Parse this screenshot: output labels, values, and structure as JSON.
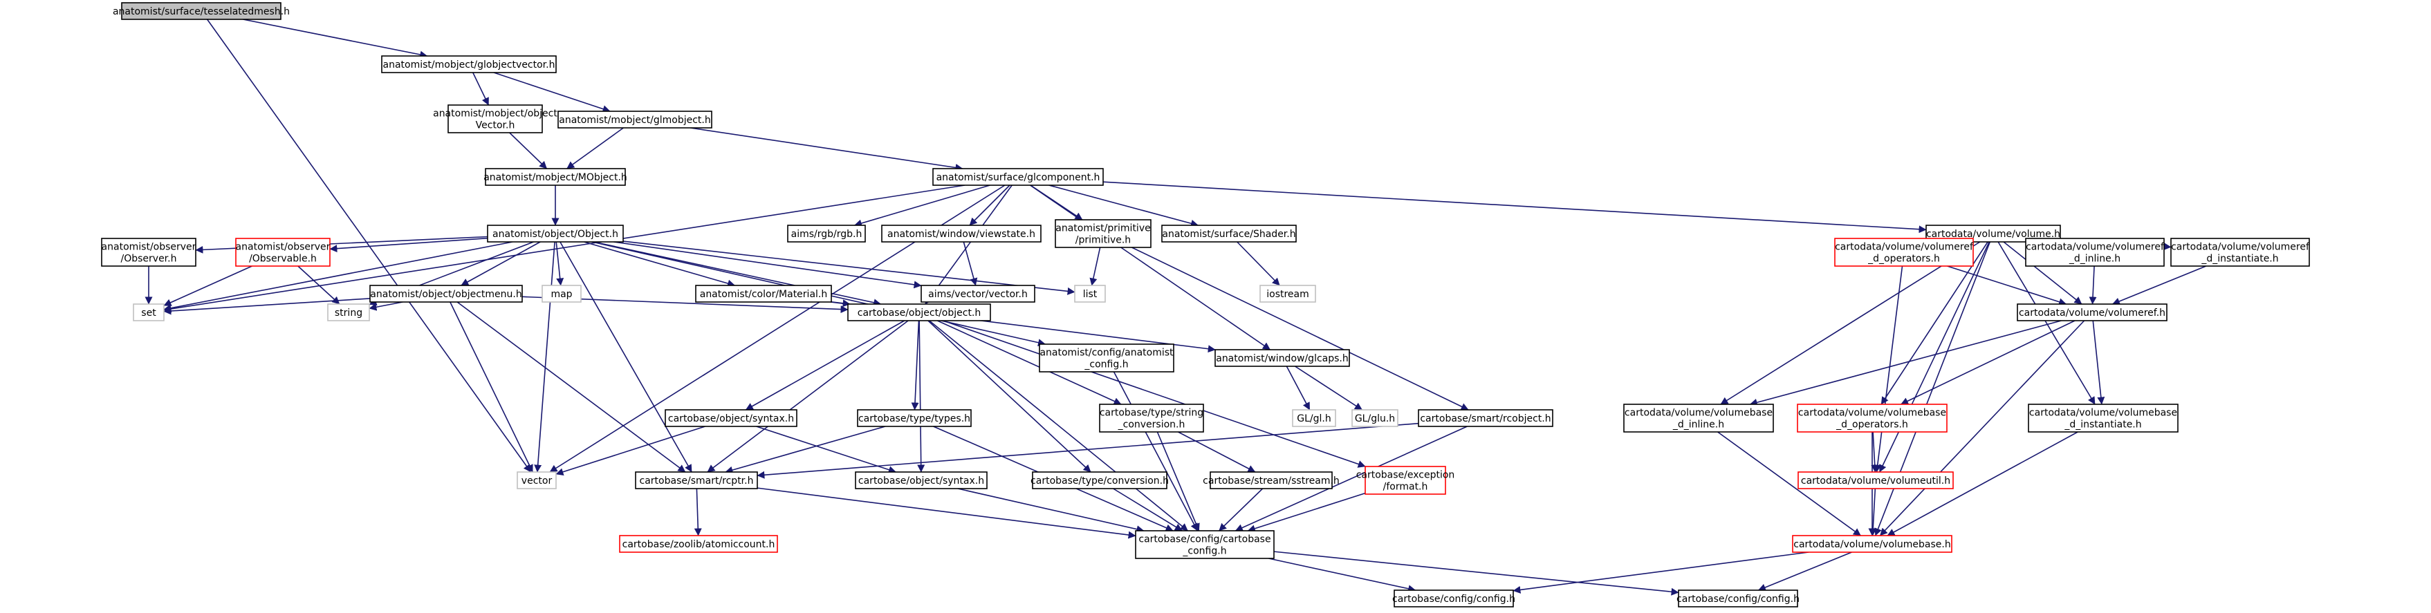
{
  "colors": {
    "edge": "#191970",
    "node_fill": "#ffffff",
    "node_border": "#000000",
    "root_fill": "#bfbfbf",
    "missing_border": "#ff0000",
    "system_border": "#bfbfbf"
  },
  "nodes": {
    "tesselatedmesh": {
      "lines": [
        "anatomist/surface/tesselatedmesh.h"
      ],
      "kind": "root"
    },
    "globjectvector": {
      "lines": [
        "anatomist/mobject/globjectvector.h"
      ],
      "kind": "normal"
    },
    "objectvector": {
      "lines": [
        "anatomist/mobject/object",
        "Vector.h"
      ],
      "kind": "normal"
    },
    "glmobject": {
      "lines": [
        "anatomist/mobject/glmobject.h"
      ],
      "kind": "normal"
    },
    "mobject": {
      "lines": [
        "anatomist/mobject/MObject.h"
      ],
      "kind": "normal"
    },
    "glcomponent": {
      "lines": [
        "anatomist/surface/glcomponent.h"
      ],
      "kind": "normal"
    },
    "aobject": {
      "lines": [
        "anatomist/object/Object.h"
      ],
      "kind": "normal"
    },
    "rgb": {
      "lines": [
        "aims/rgb/rgb.h"
      ],
      "kind": "normal"
    },
    "viewstate": {
      "lines": [
        "anatomist/window/viewstate.h"
      ],
      "kind": "normal"
    },
    "primitive": {
      "lines": [
        "anatomist/primitive",
        "/primitive.h"
      ],
      "kind": "normal"
    },
    "shader": {
      "lines": [
        "anatomist/surface/Shader.h"
      ],
      "kind": "normal"
    },
    "volume": {
      "lines": [
        "cartodata/volume/volume.h"
      ],
      "kind": "normal"
    },
    "aobserver": {
      "lines": [
        "anatomist/observer",
        "/Observer.h"
      ],
      "kind": "normal"
    },
    "aobservable": {
      "lines": [
        "anatomist/observer",
        "/Observable.h"
      ],
      "kind": "missing"
    },
    "objectmenu": {
      "lines": [
        "anatomist/object/objectmenu.h"
      ],
      "kind": "normal"
    },
    "map": {
      "lines": [
        "map"
      ],
      "kind": "system"
    },
    "material": {
      "lines": [
        "anatomist/color/Material.h"
      ],
      "kind": "normal"
    },
    "avector": {
      "lines": [
        "aims/vector/vector.h"
      ],
      "kind": "normal"
    },
    "list": {
      "lines": [
        "list"
      ],
      "kind": "system"
    },
    "iostream": {
      "lines": [
        "iostream"
      ],
      "kind": "system"
    },
    "volref_ops": {
      "lines": [
        "cartodata/volume/volumeref",
        "_d_operators.h"
      ],
      "kind": "missing"
    },
    "volref_inline": {
      "lines": [
        "cartodata/volume/volumeref",
        "_d_inline.h"
      ],
      "kind": "normal"
    },
    "volref_inst": {
      "lines": [
        "cartodata/volume/volumeref",
        "_d_instantiate.h"
      ],
      "kind": "normal"
    },
    "set": {
      "lines": [
        "set"
      ],
      "kind": "system"
    },
    "string": {
      "lines": [
        "string"
      ],
      "kind": "system"
    },
    "cobject": {
      "lines": [
        "cartobase/object/object.h"
      ],
      "kind": "normal"
    },
    "anaconfig": {
      "lines": [
        "anatomist/config/anatomist",
        "_config.h"
      ],
      "kind": "normal"
    },
    "glcaps": {
      "lines": [
        "anatomist/window/glcaps.h"
      ],
      "kind": "normal"
    },
    "volumeref": {
      "lines": [
        "cartodata/volume/volumeref.h"
      ],
      "kind": "normal"
    },
    "glgl": {
      "lines": [
        "GL/gl.h"
      ],
      "kind": "system"
    },
    "glglu": {
      "lines": [
        "GL/glu.h"
      ],
      "kind": "system"
    },
    "osyntax": {
      "lines": [
        "cartobase/object/syntax.h"
      ],
      "kind": "normal"
    },
    "types": {
      "lines": [
        "cartobase/type/types.h"
      ],
      "kind": "normal"
    },
    "strconv": {
      "lines": [
        "cartobase/type/string",
        "_conversion.h"
      ],
      "kind": "normal"
    },
    "rcobject": {
      "lines": [
        "cartobase/smart/rcobject.h"
      ],
      "kind": "normal"
    },
    "vb_inline": {
      "lines": [
        "cartodata/volume/volumebase",
        "_d_inline.h"
      ],
      "kind": "normal"
    },
    "vb_ops": {
      "lines": [
        "cartodata/volume/volumebase",
        "_d_operators.h"
      ],
      "kind": "missing"
    },
    "vb_inst": {
      "lines": [
        "cartodata/volume/volumebase",
        "_d_instantiate.h"
      ],
      "kind": "normal"
    },
    "vector": {
      "lines": [
        "vector"
      ],
      "kind": "system"
    },
    "rcptr": {
      "lines": [
        "cartobase/smart/rcptr.h"
      ],
      "kind": "normal"
    },
    "syntax2": {
      "lines": [
        "cartobase/object/syntax.h"
      ],
      "kind": "normal"
    },
    "conversion": {
      "lines": [
        "cartobase/type/conversion.h"
      ],
      "kind": "normal"
    },
    "sstream": {
      "lines": [
        "cartobase/stream/sstream.h"
      ],
      "kind": "normal"
    },
    "format": {
      "lines": [
        "cartobase/exception",
        "/format.h"
      ],
      "kind": "missing"
    },
    "volumeutil": {
      "lines": [
        "cartodata/volume/volumeutil.h"
      ],
      "kind": "missing"
    },
    "atomiccount": {
      "lines": [
        "cartobase/zoolib/atomiccount.h"
      ],
      "kind": "missing"
    },
    "cartoconfig": {
      "lines": [
        "cartobase/config/cartobase",
        "_config.h"
      ],
      "kind": "normal"
    },
    "volumebase": {
      "lines": [
        "cartodata/volume/volumebase.h"
      ],
      "kind": "missing"
    },
    "config1": {
      "lines": [
        "cartobase/config/config.h"
      ],
      "kind": "normal"
    },
    "config2": {
      "lines": [
        "cartobase/config/config.h"
      ],
      "kind": "normal"
    }
  },
  "edges": [
    [
      "tesselatedmesh",
      "globjectvector"
    ],
    [
      "tesselatedmesh",
      "vector"
    ],
    [
      "globjectvector",
      "objectvector"
    ],
    [
      "globjectvector",
      "glmobject"
    ],
    [
      "objectvector",
      "mobject"
    ],
    [
      "glmobject",
      "mobject"
    ],
    [
      "glmobject",
      "glcomponent"
    ],
    [
      "mobject",
      "aobject"
    ],
    [
      "glcomponent",
      "rgb"
    ],
    [
      "glcomponent",
      "viewstate"
    ],
    [
      "glcomponent",
      "primitive"
    ],
    [
      "glcomponent",
      "shader"
    ],
    [
      "glcomponent",
      "volume"
    ],
    [
      "glcomponent",
      "set"
    ],
    [
      "glcomponent",
      "vector"
    ],
    [
      "glcomponent",
      "cobject"
    ],
    [
      "glcomponent",
      "glcaps"
    ],
    [
      "aobject",
      "aobserver"
    ],
    [
      "aobject",
      "aobservable"
    ],
    [
      "aobject",
      "objectmenu"
    ],
    [
      "aobject",
      "map"
    ],
    [
      "aobject",
      "material"
    ],
    [
      "aobject",
      "avector"
    ],
    [
      "aobject",
      "list"
    ],
    [
      "aobject",
      "set"
    ],
    [
      "aobject",
      "string"
    ],
    [
      "aobject",
      "cobject"
    ],
    [
      "aobject",
      "anaconfig"
    ],
    [
      "aobject",
      "rcptr"
    ],
    [
      "aobject",
      "vector"
    ],
    [
      "viewstate",
      "avector"
    ],
    [
      "primitive",
      "list"
    ],
    [
      "primitive",
      "rcobject"
    ],
    [
      "shader",
      "iostream"
    ],
    [
      "aobserver",
      "set"
    ],
    [
      "aobservable",
      "set"
    ],
    [
      "aobservable",
      "string"
    ],
    [
      "objectmenu",
      "set"
    ],
    [
      "objectmenu",
      "string"
    ],
    [
      "objectmenu",
      "cobject"
    ],
    [
      "objectmenu",
      "rcptr"
    ],
    [
      "objectmenu",
      "vector"
    ],
    [
      "material",
      "cobject"
    ],
    [
      "material",
      "glcaps"
    ],
    [
      "anaconfig",
      "cartoconfig"
    ],
    [
      "glcaps",
      "glgl"
    ],
    [
      "glcaps",
      "glglu"
    ],
    [
      "cobject",
      "osyntax"
    ],
    [
      "cobject",
      "types"
    ],
    [
      "cobject",
      "strconv"
    ],
    [
      "cobject",
      "format"
    ],
    [
      "cobject",
      "rcptr"
    ],
    [
      "cobject",
      "syntax2"
    ],
    [
      "cobject",
      "conversion"
    ],
    [
      "cobject",
      "cartoconfig"
    ],
    [
      "osyntax",
      "vector"
    ],
    [
      "osyntax",
      "syntax2"
    ],
    [
      "types",
      "rcptr"
    ],
    [
      "types",
      "cartoconfig"
    ],
    [
      "strconv",
      "sstream"
    ],
    [
      "strconv",
      "cartoconfig"
    ],
    [
      "rcobject",
      "rcptr"
    ],
    [
      "rcobject",
      "cartoconfig"
    ],
    [
      "rcptr",
      "atomiccount"
    ],
    [
      "rcptr",
      "cartoconfig"
    ],
    [
      "syntax2",
      "cartoconfig"
    ],
    [
      "conversion",
      "cartoconfig"
    ],
    [
      "sstream",
      "cartoconfig"
    ],
    [
      "format",
      "cartoconfig"
    ],
    [
      "cartoconfig",
      "config1"
    ],
    [
      "cartoconfig",
      "config2"
    ],
    [
      "volume",
      "volref_ops"
    ],
    [
      "volume",
      "volref_inline"
    ],
    [
      "volume",
      "volref_inst"
    ],
    [
      "volume",
      "volumeref"
    ],
    [
      "volume",
      "vb_inline"
    ],
    [
      "volume",
      "vb_ops"
    ],
    [
      "volume",
      "vb_inst"
    ],
    [
      "volume",
      "volumeutil"
    ],
    [
      "volume",
      "volumebase"
    ],
    [
      "volref_ops",
      "volumeref"
    ],
    [
      "volref_ops",
      "volumeutil"
    ],
    [
      "volref_inline",
      "volumeref"
    ],
    [
      "volref_inst",
      "volumeref"
    ],
    [
      "volumeref",
      "vb_inline"
    ],
    [
      "volumeref",
      "vb_ops"
    ],
    [
      "volumeref",
      "vb_inst"
    ],
    [
      "volumeref",
      "volumebase"
    ],
    [
      "vb_inline",
      "volumebase"
    ],
    [
      "vb_ops",
      "volumeutil"
    ],
    [
      "vb_ops",
      "volumebase"
    ],
    [
      "vb_inst",
      "volumebase"
    ],
    [
      "volumeutil",
      "volumebase"
    ],
    [
      "volumebase",
      "config1"
    ],
    [
      "volumebase",
      "config2"
    ]
  ]
}
